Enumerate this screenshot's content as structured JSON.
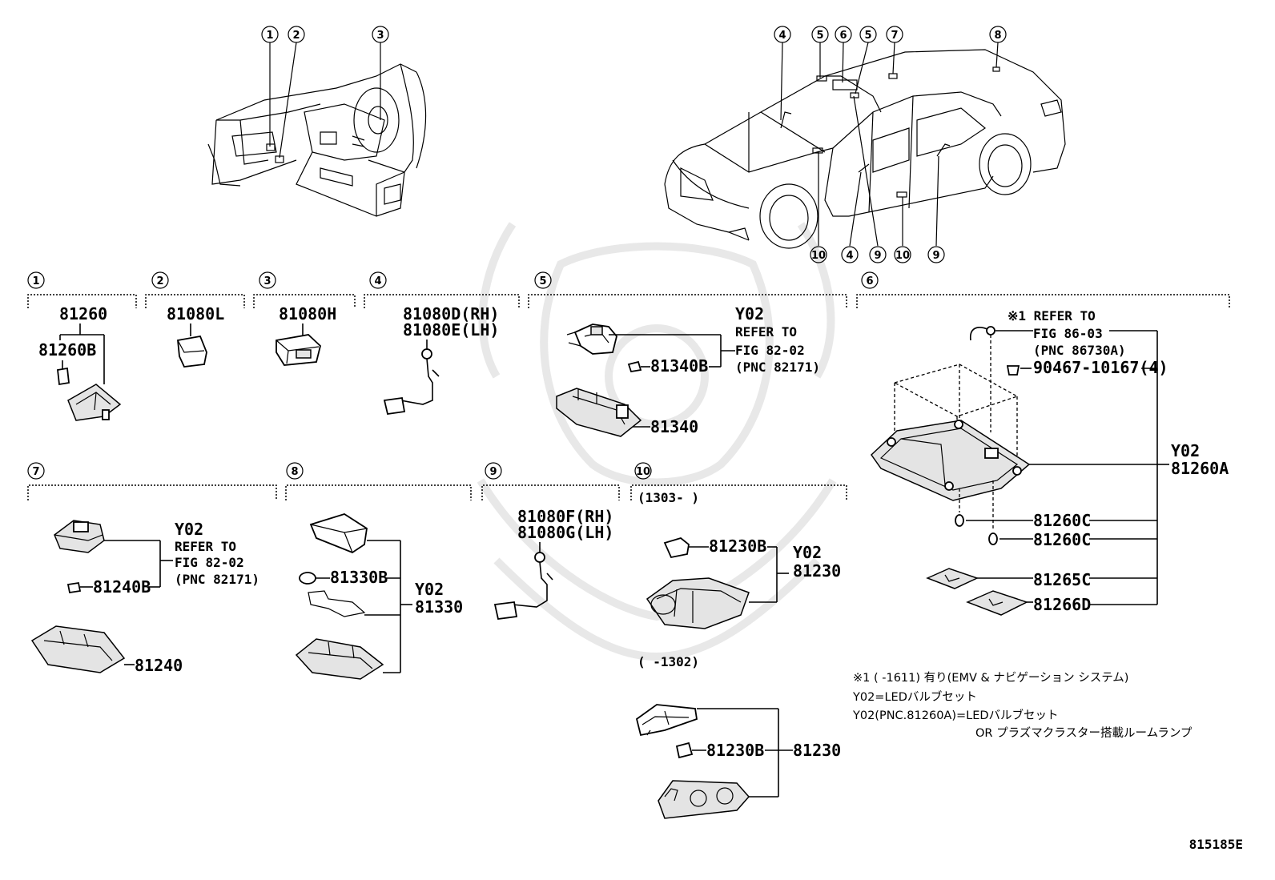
{
  "sections": [
    {
      "num": "1",
      "circ": "①"
    },
    {
      "num": "2",
      "circ": "②"
    },
    {
      "num": "3",
      "circ": "③"
    },
    {
      "num": "4",
      "circ": "④"
    },
    {
      "num": "5",
      "circ": "⑤"
    },
    {
      "num": "6",
      "circ": "⑥"
    },
    {
      "num": "7",
      "circ": "⑦"
    },
    {
      "num": "8",
      "circ": "⑧"
    },
    {
      "num": "9",
      "circ": "⑨"
    },
    {
      "num": "10",
      "circ": "⑩"
    }
  ],
  "s1": {
    "part_main": "81260",
    "part_sub": "81260B"
  },
  "s2": {
    "part": "81080L"
  },
  "s3": {
    "part": "81080H"
  },
  "s4": {
    "part_rh": "81080D(RH)",
    "part_lh": "81080E(LH)"
  },
  "s5": {
    "y02": "Y02",
    "refer1": "REFER TO",
    "refer2": "FIG 82-02",
    "refer3": "(PNC 82171)",
    "part_bulb": "81340B",
    "part_main": "81340"
  },
  "s6": {
    "refer1": "※1 REFER TO",
    "refer2": "FIG 86-03",
    "refer3": "(PNC 86730A)",
    "screw": "90467-10167(4)",
    "y02": "Y02",
    "part_main": "81260A",
    "part_c1": "81260C",
    "part_c2": "81260C",
    "part_lens1": "81265C",
    "part_lens2": "81266D"
  },
  "s7": {
    "y02": "Y02",
    "refer1": "REFER TO",
    "refer2": "FIG 82-02",
    "refer3": "(PNC 82171)",
    "part_bulb": "81240B",
    "part_main": "81240"
  },
  "s8": {
    "part_bulb": "81330B",
    "y02": "Y02",
    "part_main": "81330"
  },
  "s9": {
    "part_rh": "81080F(RH)",
    "part_lh": "81080G(LH)"
  },
  "s10": {
    "range_new": "(1303-      )",
    "range_old": "(      -1302)",
    "part_bulb_new": "81230B",
    "y02": "Y02",
    "part_main_new": "81230",
    "part_bulb_old": "81230B",
    "part_main_old": "81230"
  },
  "notes": {
    "line1": "※1 (      -1611) 有り(EMV & ナビゲーション システム)",
    "line2": "Y02=LEDバルブセット",
    "line3": "Y02(PNC.81260A)=LEDバルブセット",
    "line4": "OR プラズマクラスター搭載ルームランプ"
  },
  "figure_id": "815185E"
}
